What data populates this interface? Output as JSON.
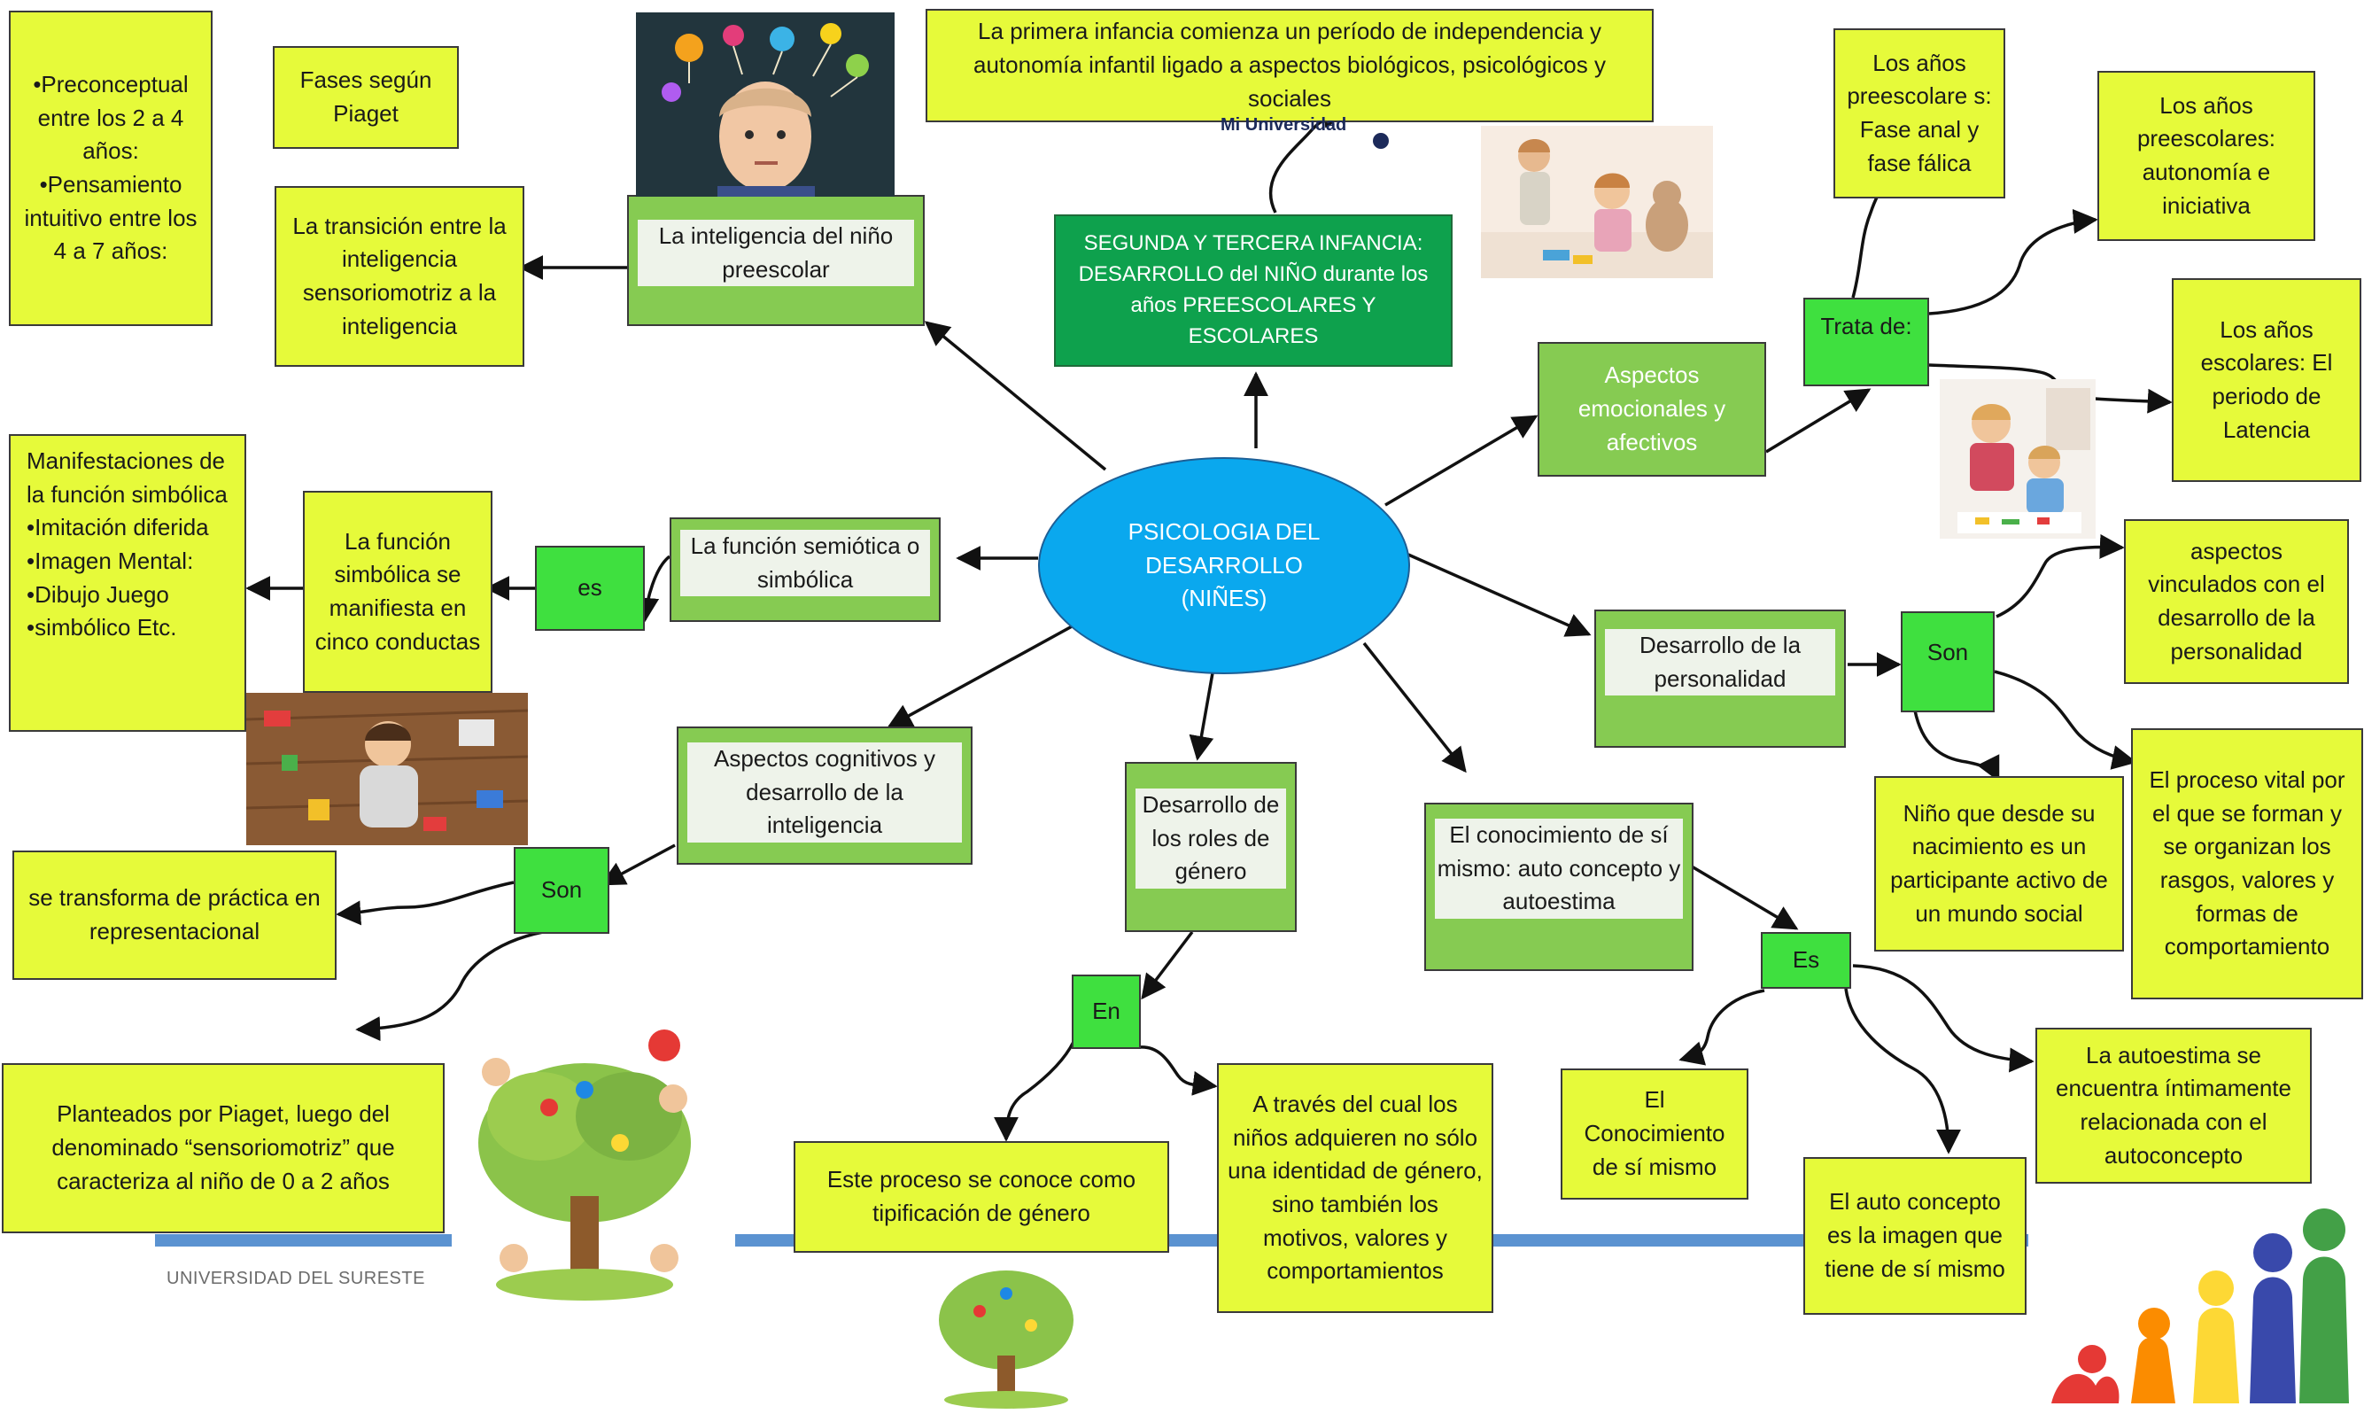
{
  "center": {
    "text": "PSICOLOGIA DEL\nDESARROLLO\n(NIÑES)"
  },
  "nodes": {
    "preconceptual": "•Preconceptual entre los 2 a 4 años:\n•Pensamiento intuitivo entre los 4 a 7 años:",
    "fases_piaget": "Fases según Piaget",
    "transicion": "La transición entre la inteligencia sensoriomotriz a la inteligencia",
    "inteligencia_preescolar": "La inteligencia del niño preescolar",
    "primera_infancia": "La primera infancia comienza un período de independencia y autonomía infantil ligado a aspectos biológicos, psicológicos y sociales",
    "segunda_tercera": "SEGUNDA Y TERCERA INFANCIA: DESARROLLO del NIÑO durante los años PREESCOLARES Y ESCOLARES",
    "anos_preescolares_anal": "Los años preescolare s: Fase anal y fase fálica",
    "anos_preescolares_autonomia": "Los años preescolares: autonomía e iniciativa",
    "anos_escolares": "Los años escolares: El periodo de Latencia",
    "trata_de": "Trata de:",
    "aspectos_emocionales": "Aspectos emocionales y afectivos",
    "manifestaciones": "Manifestaciones de la función simbólica\n•Imitación diferida\n•Imagen Mental:\n•Dibujo Juego\n•simbólico Etc.",
    "funcion_simbolica_cinco": "La función simbólica se manifiesta en cinco conductas",
    "es_1": "es",
    "funcion_semiotica": "La función semiótica o simbólica",
    "desarrollo_personalidad": "Desarrollo de la personalidad",
    "son_personalidad": "Son",
    "aspectos_vinculados": "aspectos vinculados con el desarrollo de la personalidad",
    "nino_participante": "Niño que desde su nacimiento es un participante activo de un mundo social",
    "proceso_vital": "El proceso vital por el que se forman y se organizan los rasgos, valores y formas de comportamiento",
    "aspectos_cognitivos": "Aspectos cognitivos y desarrollo de la inteligencia",
    "son_cognitivos": "Son",
    "transforma": "se transforma de práctica en representacional",
    "planteados_piaget": "Planteados por Piaget, luego del denominado “sensoriomotriz” que caracteriza al niño de 0 a 2 años",
    "roles_genero": "Desarrollo de los roles de género",
    "en": "En",
    "tipificacion": "Este proceso se conoce como tipificación de género",
    "a_traves": "A través del cual los niños adquieren no sólo una identidad de género, sino también los motivos, valores y comportamientos",
    "conocimiento_si_mismo": "El conocimiento de sí mismo: auto concepto y autoestima",
    "es_2": "Es",
    "el_conocimiento": "El Conocimiento de sí mismo",
    "auto_concepto": "El auto concepto es la imagen que tiene de sí mismo",
    "autoestima": "La autoestima se encuentra íntimamente relacionada con el autoconcepto"
  },
  "footer": {
    "university": "UNIVERSIDAD DEL SURESTE",
    "logo_text": "Mi Universidad"
  },
  "colors": {
    "note_yellow": "#e6fa3a",
    "concept_green": "#86cb52",
    "connector_green": "#3fe03f",
    "title_green": "#0ea14d",
    "center_blue": "#0aa8ee",
    "footer_band": "#5b93d1"
  },
  "images": [
    "boy-lightbulbs-photo",
    "girl-mother-photo",
    "children-playing-photo",
    "child-toys-photo",
    "kids-tree-illustration",
    "small-tree-illustration",
    "growth-silhouettes-illustration"
  ]
}
